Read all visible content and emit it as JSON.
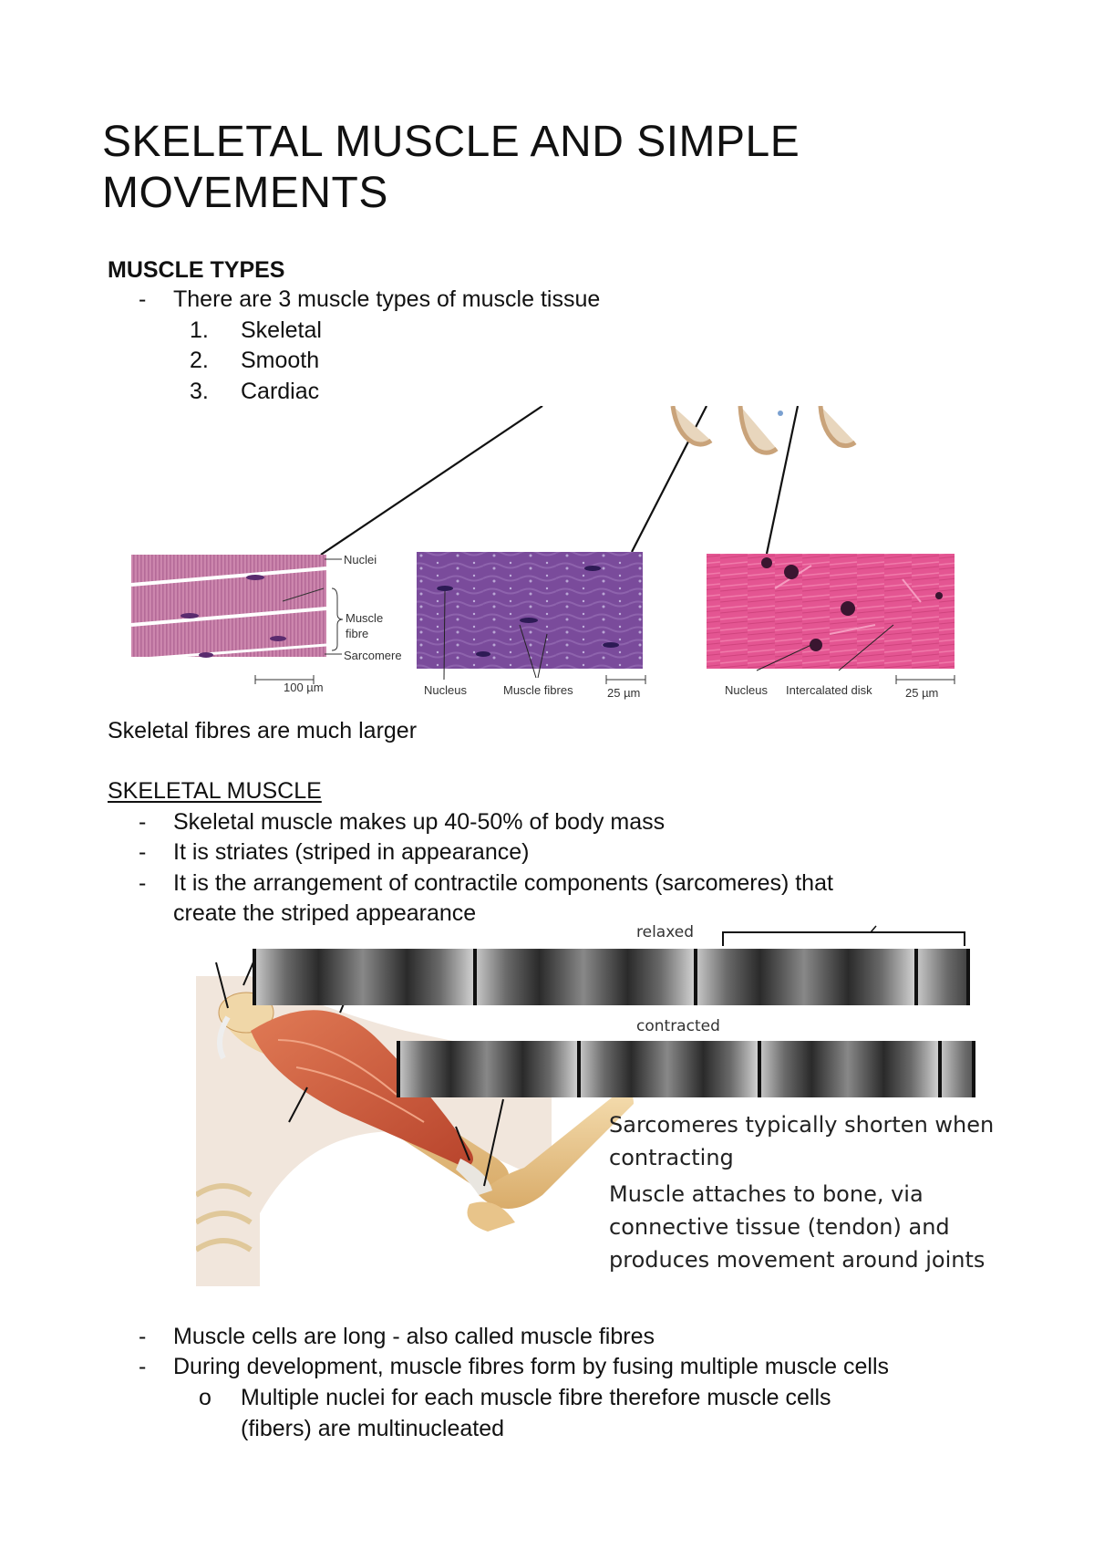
{
  "title": "SKELETAL MUSCLE AND SIMPLE MOVEMENTS",
  "muscle_types": {
    "heading": "MUSCLE TYPES",
    "bullet": "There are 3 muscle types of muscle tissue",
    "items": [
      {
        "num": "1.",
        "text": "Skeletal"
      },
      {
        "num": "2.",
        "text": "Smooth"
      },
      {
        "num": "3.",
        "text": "Cardiac"
      }
    ]
  },
  "histology": {
    "skeletal_labels": {
      "nuclei": "Nuclei",
      "muscle": "Muscle",
      "fibre": "fibre",
      "sarcomere": "Sarcomere",
      "scale": "100 µm"
    },
    "smooth_labels": {
      "nucleus": "Nucleus",
      "fibres": "Muscle fibres",
      "scale": "25 µm"
    },
    "cardiac_labels": {
      "nucleus": "Nucleus",
      "disk": "Intercalated disk",
      "scale": "25 µm"
    }
  },
  "fibres_note": "Skeletal fibres are much larger",
  "skeletal_muscle": {
    "heading": "SKELETAL MUSCLE",
    "bullets": [
      "Skeletal muscle makes up 40-50% of body mass",
      "It is striates (striped in appearance)",
      "It is the arrangement of contractile components (sarcomeres) that",
      "create the striped appearance"
    ]
  },
  "figure": {
    "relaxed": "relaxed",
    "contracted": "contracted",
    "text1a": "Sarcomeres typically shorten when",
    "text1b": "contracting",
    "text2a": "Muscle attaches to bone, via",
    "text2b": "connective tissue (tendon) and",
    "text2c": "produces movement around joints"
  },
  "bottom": {
    "bullets": [
      "Muscle cells are long - also called muscle fibres",
      "During development, muscle fibres form by fusing multiple muscle cells"
    ],
    "sub_marker": "o",
    "sub_line1": "Multiple nuclei for each muscle fibre therefore muscle cells",
    "sub_line2": "(fibers) are multinucleated"
  },
  "colors": {
    "skeletal_tissue": "#c87aa6",
    "smooth_tissue": "#7b4a9c",
    "cardiac_tissue": "#e0508a",
    "muscle_red": "#c8553a",
    "bone": "#e8c48a"
  }
}
